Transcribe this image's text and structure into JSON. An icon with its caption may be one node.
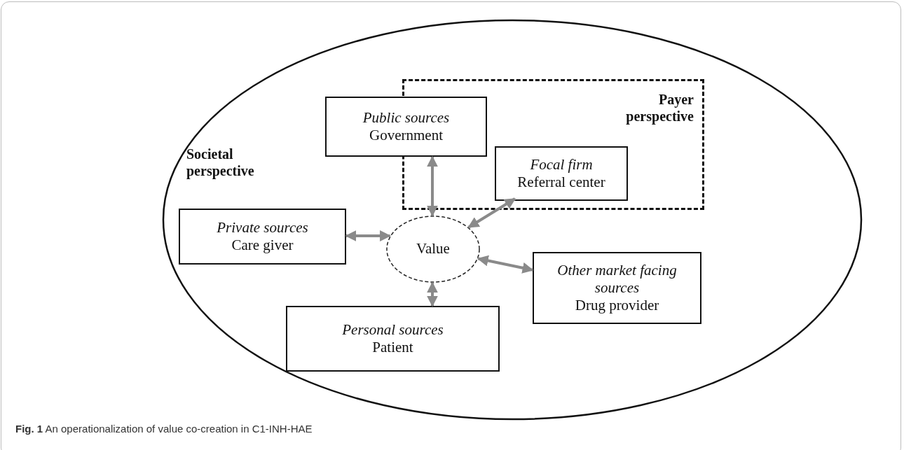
{
  "diagram": {
    "caption": "**Fig. 1** An operationalization of value co-creation in C1-INH-HAE",
    "nodes": [
      {
        "text": [
          "Societal perspective"
        ]
      },
      {
        "text": [
          "Payer perspective"
        ],
        "in": 0
      },
      {
        "text": [
          "Public sources",
          "Government"
        ],
        "in": 0
      },
      {
        "text": [
          "Focal firm",
          "Referral center"
        ],
        "in": 1
      },
      {
        "text": [
          "Value"
        ],
        "in": 0
      },
      {
        "text": [
          "Private sources",
          "Care giver"
        ],
        "in": 0
      },
      {
        "text": [
          "Other market facing sources",
          "Drug provider"
        ],
        "in": 0
      },
      {
        "text": [
          "Personal sources",
          "Patient"
        ],
        "in": 0
      }
    ],
    "edges": [
      {
        "from": 2,
        "to": 4,
        "arrow": "both"
      },
      {
        "from": 3,
        "to": 4,
        "arrow": "both"
      },
      {
        "from": 5,
        "to": 4,
        "arrow": "both"
      },
      {
        "from": 6,
        "to": 4,
        "arrow": "both"
      },
      {
        "from": 7,
        "to": 4,
        "arrow": "both"
      }
    ]
  }
}
